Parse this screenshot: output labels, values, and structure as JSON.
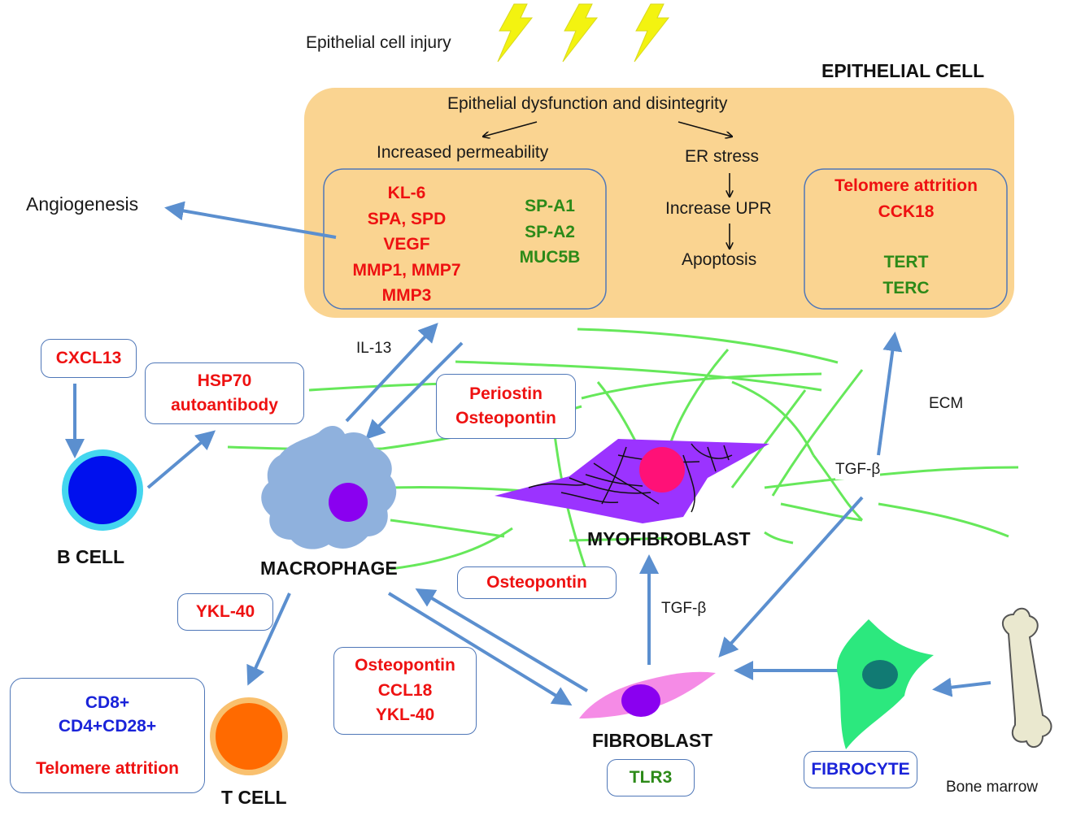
{
  "colors": {
    "epithelial_fill": "#fad491",
    "box_border": "#4f77b8",
    "arrow": "#5b8fcf",
    "ecm_fiber": "#66e85a",
    "lightning": "#f3f310",
    "red_text": "#ee1111",
    "green_text": "#2c8a18",
    "blue_text": "#1a23d9"
  },
  "icons": [
    "lightning-icon",
    "bone-icon"
  ],
  "labels": {
    "epithelial_injury": "Epithelial cell injury",
    "epithelial_cell_title": "EPITHELIAL CELL",
    "dysfunction": "Epithelial dysfunction and disintegrity",
    "increased_permeability": "Increased permeability",
    "er_stress": "ER stress",
    "increase_upr": "Increase UPR",
    "apoptosis": "Apoptosis",
    "angiogenesis": "Angiogenesis",
    "il13": "IL-13",
    "ecm": "ECM",
    "tgf_beta_upper": "TGF-β",
    "tgf_beta_lower": "TGF-β",
    "bone_marrow": "Bone marrow"
  },
  "biomarkers": {
    "permeability_red": [
      "KL-6",
      "SPA, SPD",
      "VEGF",
      "MMP1, MMP7",
      "MMP3"
    ],
    "permeability_green": [
      "SP-A1",
      "SP-A2",
      "MUC5B"
    ],
    "telomere_red": [
      "Telomere attrition",
      "CCK18"
    ],
    "telomere_green": [
      "TERT",
      "TERC"
    ],
    "cxcl13": "CXCL13",
    "hsp70": [
      "HSP70",
      "autoantibody"
    ],
    "periostin": [
      "Periostin",
      "Osteopontin"
    ],
    "osteopontin_mid": "Osteopontin",
    "ykl40": "YKL-40",
    "tcell_blue": [
      "CD8+",
      "CD4+CD28+"
    ],
    "tcell_red": "Telomere attrition",
    "fibroblast_red": [
      "Osteopontin",
      "CCL18",
      "YKL-40"
    ],
    "tlr3": "TLR3",
    "fibrocyte": "FIBROCYTE"
  },
  "cells": {
    "b_cell": "B CELL",
    "macrophage": "MACROPHAGE",
    "myofibroblast": "MYOFIBROBLAST",
    "fibroblast": "FIBROBLAST",
    "t_cell": "T CELL"
  }
}
